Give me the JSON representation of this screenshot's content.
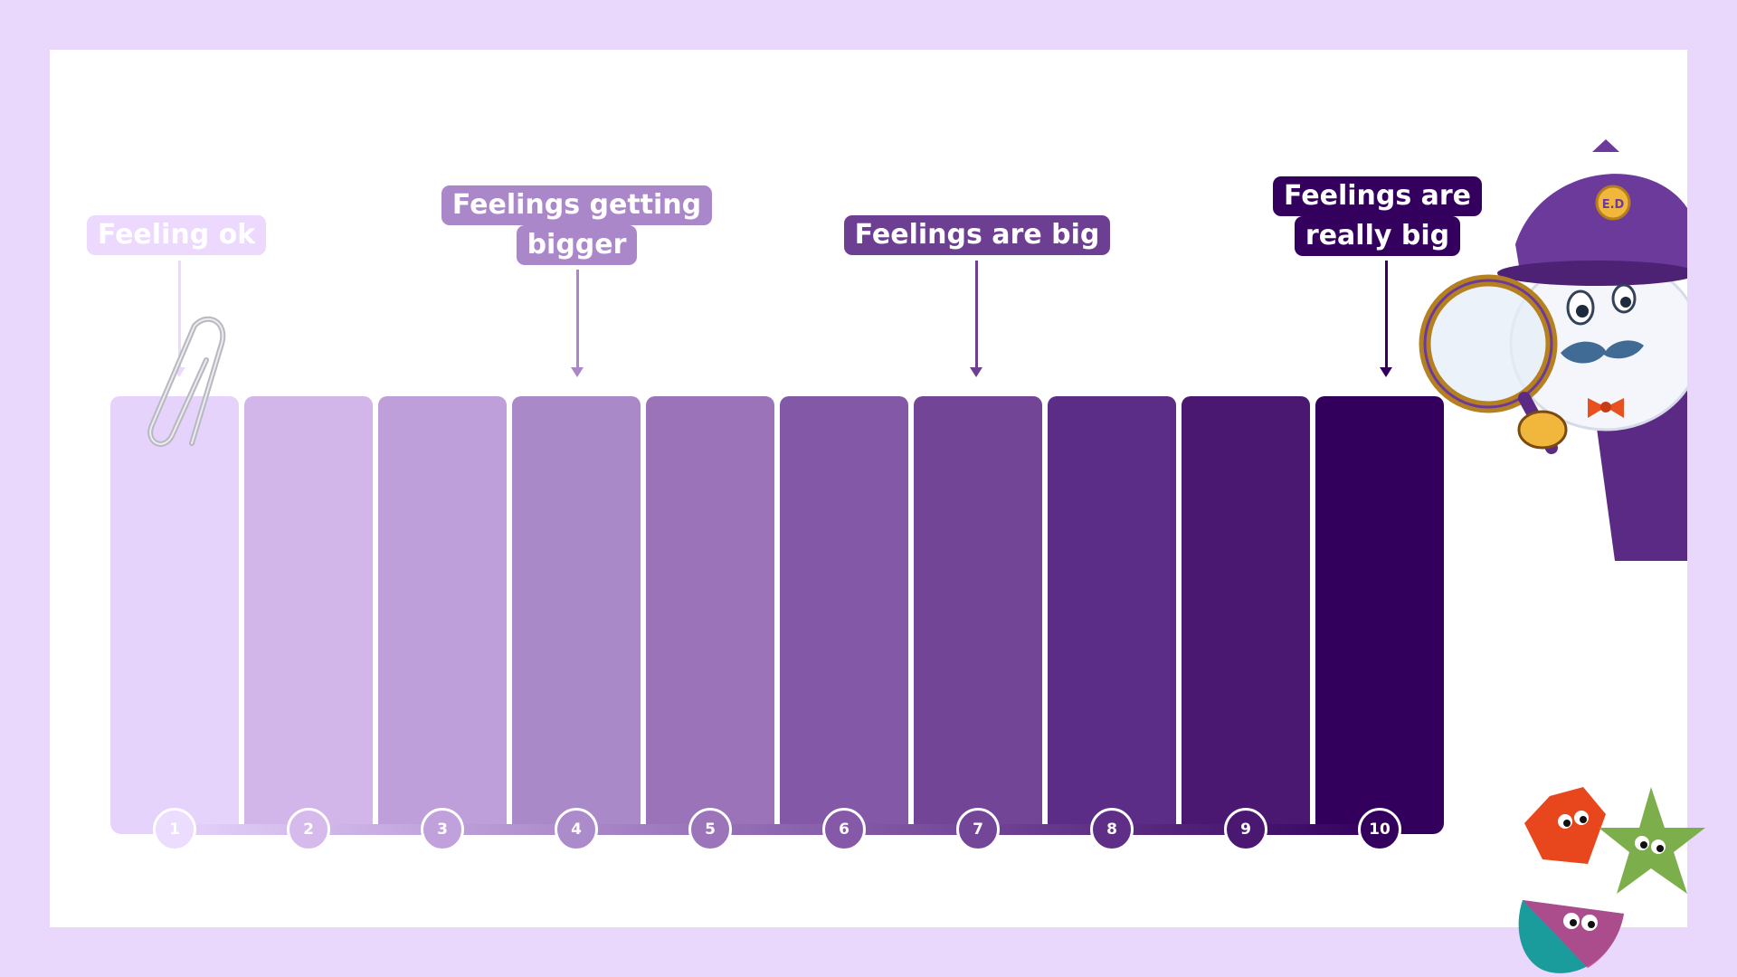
{
  "scale": {
    "levels": [
      {
        "number": "1",
        "color": "#e6d3fb",
        "num_color": "#ecdcfd"
      },
      {
        "number": "2",
        "color": "#d2b6ea",
        "num_color": "#d5baeb"
      },
      {
        "number": "3",
        "color": "#bf9fda",
        "num_color": "#c1a1dc"
      },
      {
        "number": "4",
        "color": "#aa89c9",
        "num_color": "#ac8bcb"
      },
      {
        "number": "5",
        "color": "#9a73b8",
        "num_color": "#9b74b9"
      },
      {
        "number": "6",
        "color": "#8358a7",
        "num_color": "#8659a8"
      },
      {
        "number": "7",
        "color": "#724597",
        "num_color": "#744697"
      },
      {
        "number": "8",
        "color": "#5c2d86",
        "num_color": "#5f2f87"
      },
      {
        "number": "9",
        "color": "#4a1870",
        "num_color": "#4b1871"
      },
      {
        "number": "10",
        "color": "#32005c",
        "num_color": "#33005d"
      }
    ]
  },
  "labels": [
    {
      "lines": [
        "Feeling ok"
      ],
      "color": "#ecd9fd",
      "level": 1
    },
    {
      "lines": [
        "Feelings getting",
        "bigger"
      ],
      "color": "#a987c9",
      "level": 4
    },
    {
      "lines": [
        "Feelings are big"
      ],
      "color": "#6c3f92",
      "level": 7
    },
    {
      "lines": [
        "Feelings are",
        "really big"
      ],
      "color": "#34005e",
      "level": 10
    }
  ],
  "mascot": {
    "hat_badge": "E.D"
  },
  "colors": {
    "frame": "#ead7fc",
    "slide": "#ffffff"
  }
}
